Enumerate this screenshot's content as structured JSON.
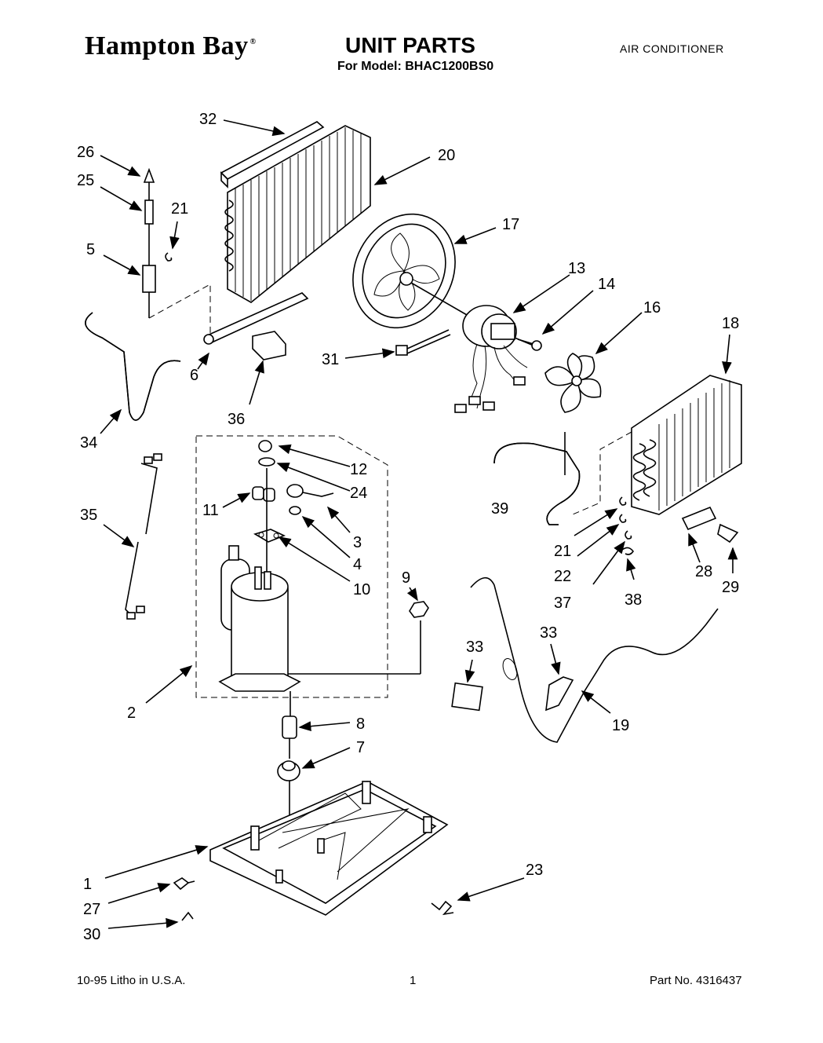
{
  "header": {
    "brand": "Hampton Bay",
    "brand_mark": "®",
    "title": "UNIT PARTS",
    "model": "For Model: BHAC1200BS0",
    "category": "AIR CONDITIONER"
  },
  "callouts": {
    "c1": "1",
    "c2": "2",
    "c3": "3",
    "c4": "4",
    "c5": "5",
    "c6": "6",
    "c7": "7",
    "c8": "8",
    "c9": "9",
    "c10": "10",
    "c11": "11",
    "c12": "12",
    "c13": "13",
    "c14": "14",
    "c16": "16",
    "c17": "17",
    "c18": "18",
    "c19": "19",
    "c20": "20",
    "c21a": "21",
    "c21b": "21",
    "c22": "22",
    "c23": "23",
    "c24": "24",
    "c25": "25",
    "c26": "26",
    "c27": "27",
    "c28": "28",
    "c29": "29",
    "c30": "30",
    "c31": "31",
    "c32": "32",
    "c33a": "33",
    "c33b": "33",
    "c34": "34",
    "c35": "35",
    "c36": "36",
    "c37": "37",
    "c38": "38",
    "c39": "39"
  },
  "footer": {
    "left": "10-95  Litho in U.S.A.",
    "center": "1",
    "right": "Part No. 4316437"
  }
}
